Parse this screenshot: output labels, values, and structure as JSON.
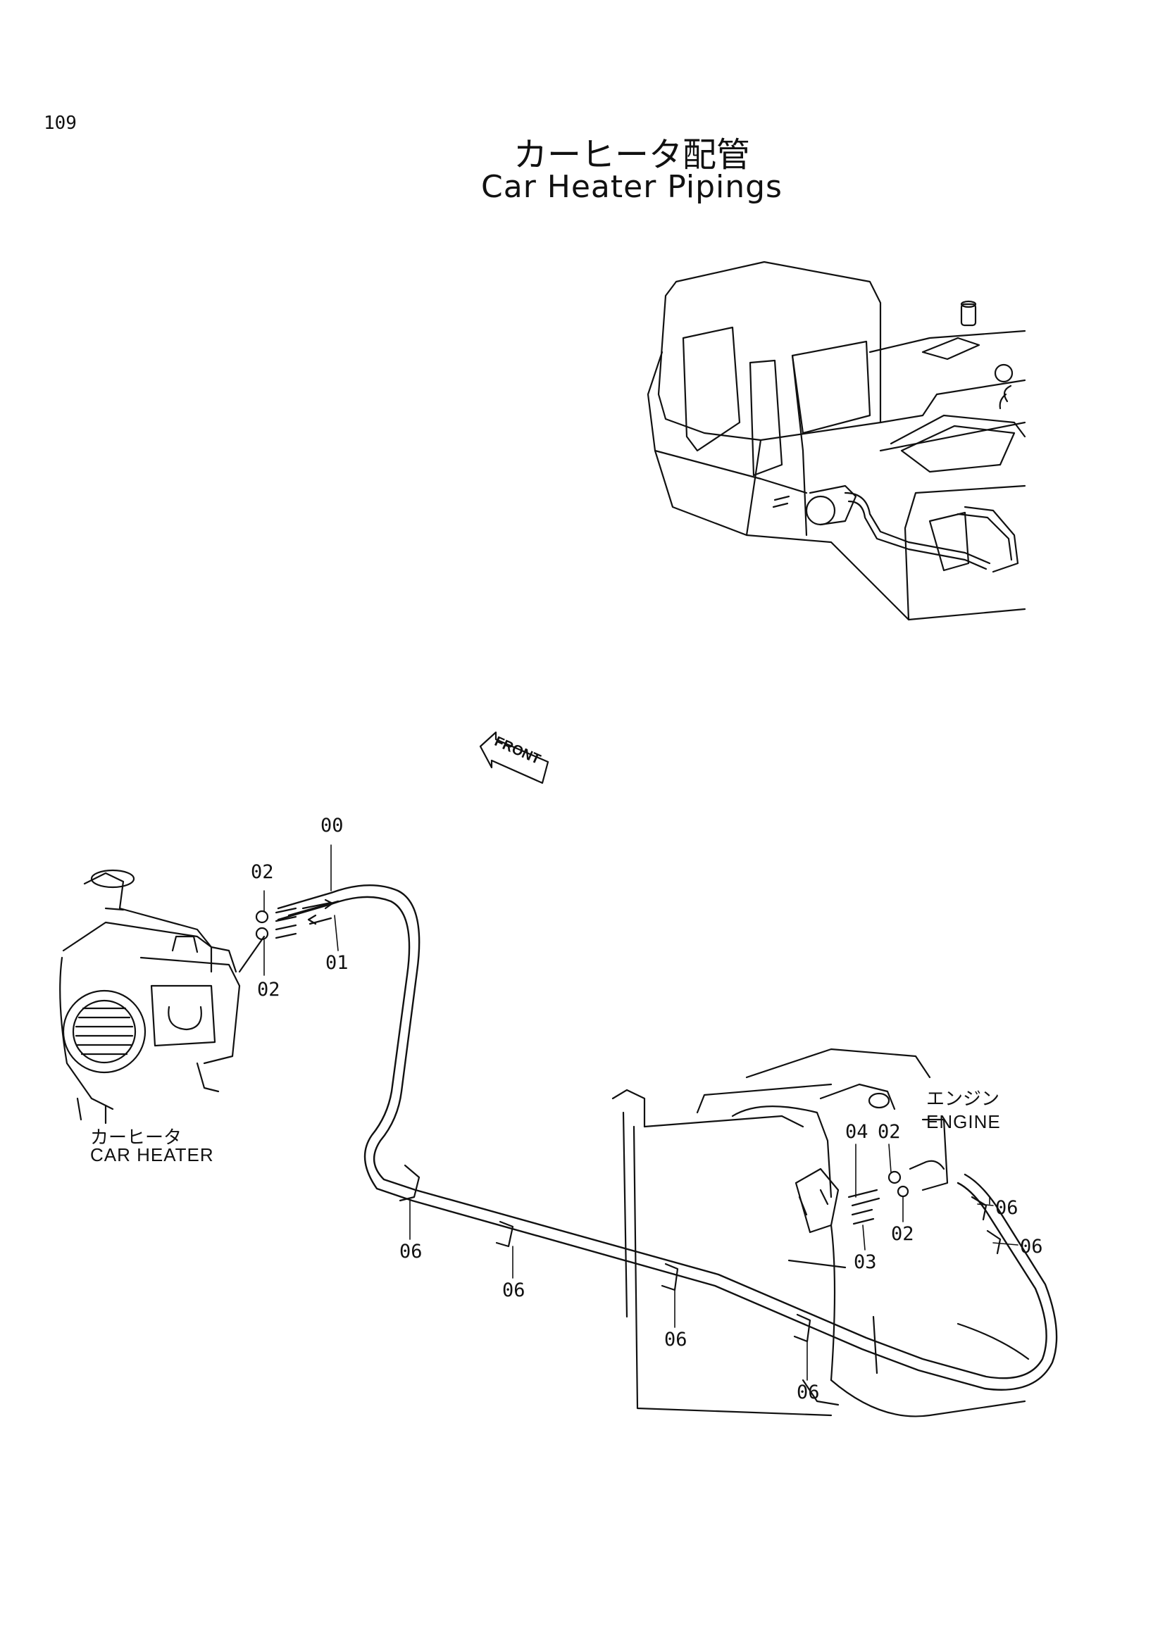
{
  "page_number": "109",
  "title_jp": "カーヒータ配管",
  "title_en": "Car Heater Pipings",
  "direction_label": "FRONT",
  "labels": {
    "car_heater_jp": "カーヒータ",
    "car_heater_en": "CAR HEATER",
    "engine_jp": "エンジン",
    "engine_en": "ENGINE"
  },
  "callouts": [
    "00",
    "01",
    "02",
    "02",
    "02",
    "02",
    "03",
    "04",
    "06",
    "06",
    "06",
    "06",
    "06",
    "06"
  ]
}
